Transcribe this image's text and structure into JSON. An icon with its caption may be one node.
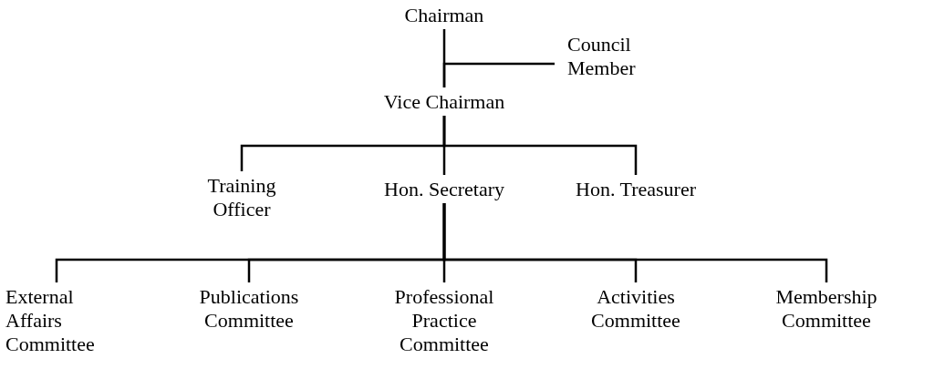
{
  "diagram": {
    "nodes": [
      {
        "text": [
          "Chairman"
        ]
      },
      {
        "text": [
          "Council Member"
        ]
      },
      {
        "text": [
          "Vice Chairman"
        ]
      },
      {
        "text": [
          "Training Officer"
        ]
      },
      {
        "text": [
          "Hon. Secretary"
        ]
      },
      {
        "text": [
          "Hon. Treasurer"
        ]
      },
      {
        "text": [
          "External Affairs Committee"
        ]
      },
      {
        "text": [
          "Publications Committee"
        ]
      },
      {
        "text": [
          "Professional Practice Committee"
        ]
      },
      {
        "text": [
          "Activities Committee"
        ]
      },
      {
        "text": [
          "Membership Committee"
        ]
      }
    ],
    "edges": [
      {
        "from": 0,
        "to": 2,
        "arrow": "none"
      },
      {
        "from": 1,
        "to": 2,
        "arrow": "none"
      },
      {
        "from": 2,
        "to": 3,
        "arrow": "none"
      },
      {
        "from": 2,
        "to": 4,
        "arrow": "none"
      },
      {
        "from": 2,
        "to": 5,
        "arrow": "none"
      },
      {
        "from": 4,
        "to": 6,
        "arrow": "none"
      },
      {
        "from": 4,
        "to": 7,
        "arrow": "none"
      },
      {
        "from": 4,
        "to": 8,
        "arrow": "none"
      },
      {
        "from": 4,
        "to": 9,
        "arrow": "none"
      },
      {
        "from": 4,
        "to": 10,
        "arrow": "none"
      }
    ]
  }
}
